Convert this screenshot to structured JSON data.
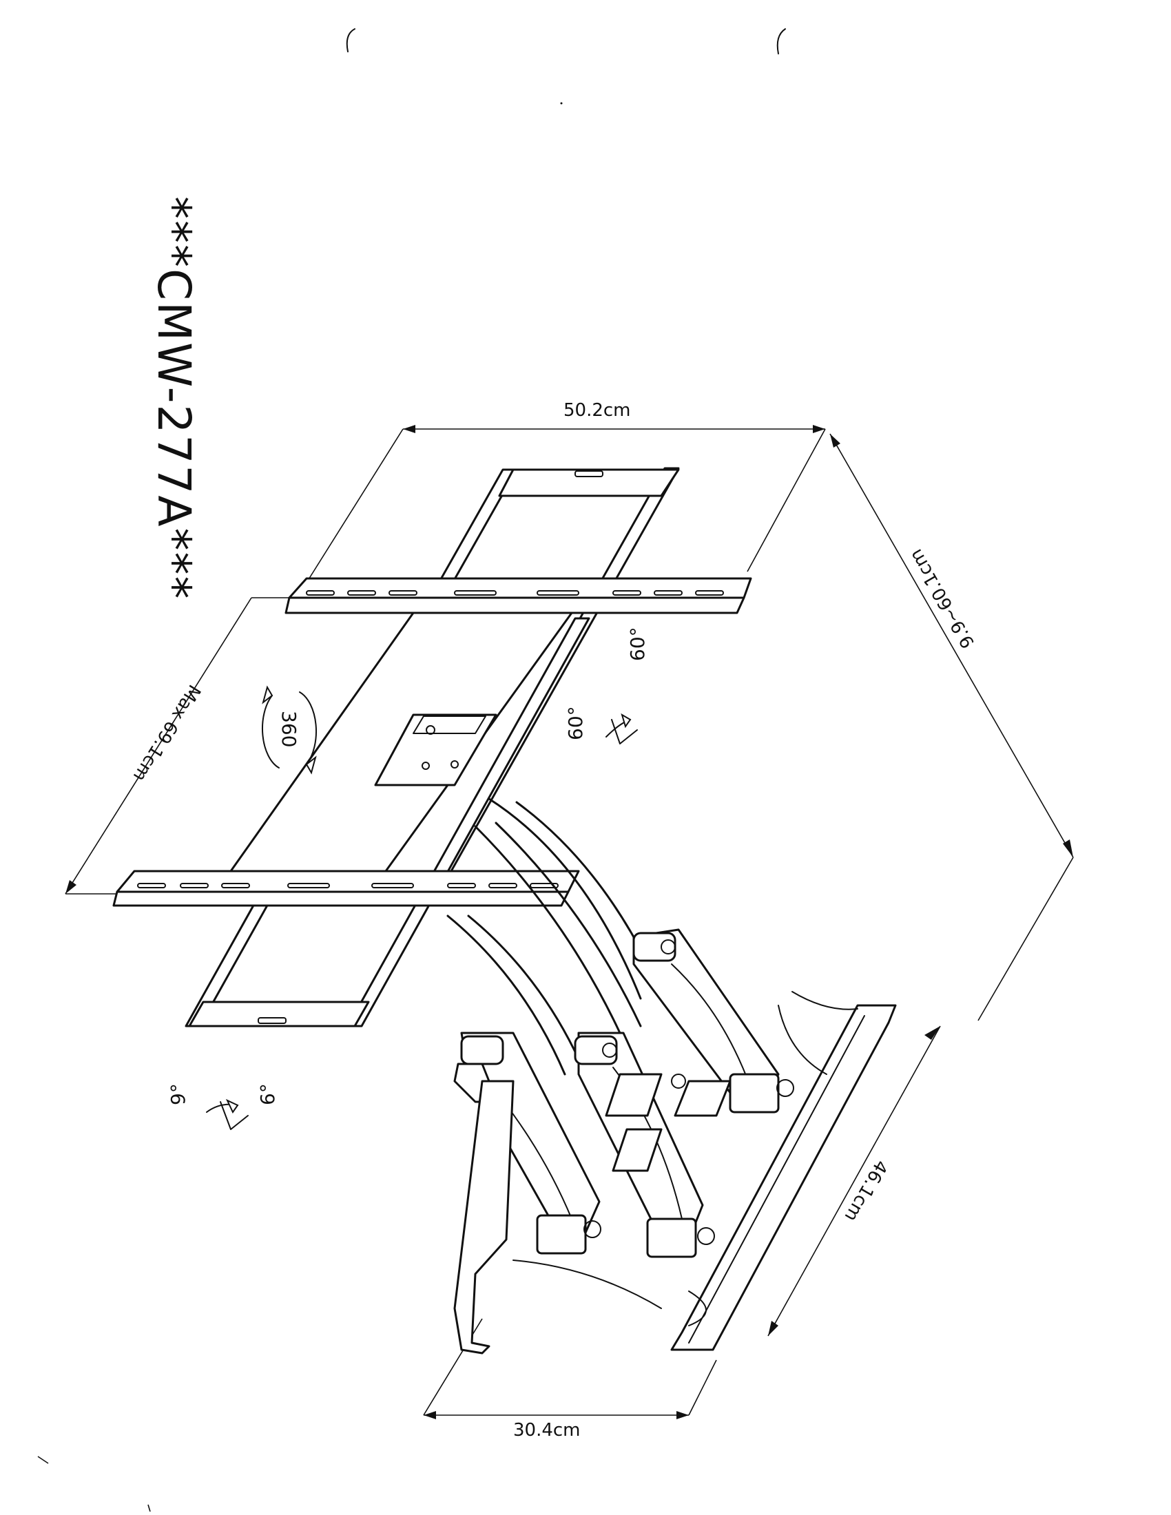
{
  "title": "***CMW-277A***",
  "dimensions": {
    "width_top": "50.2cm",
    "extension": "9.9~60.1cm",
    "diagonal": "Max 69.1cm",
    "base_length": "46.1cm",
    "base_width": "30.4cm"
  },
  "angles": {
    "swivel_left": "60°",
    "swivel_right": "60°",
    "tilt_up": "9°",
    "tilt_down": "6°"
  },
  "rotation_badge": "360"
}
